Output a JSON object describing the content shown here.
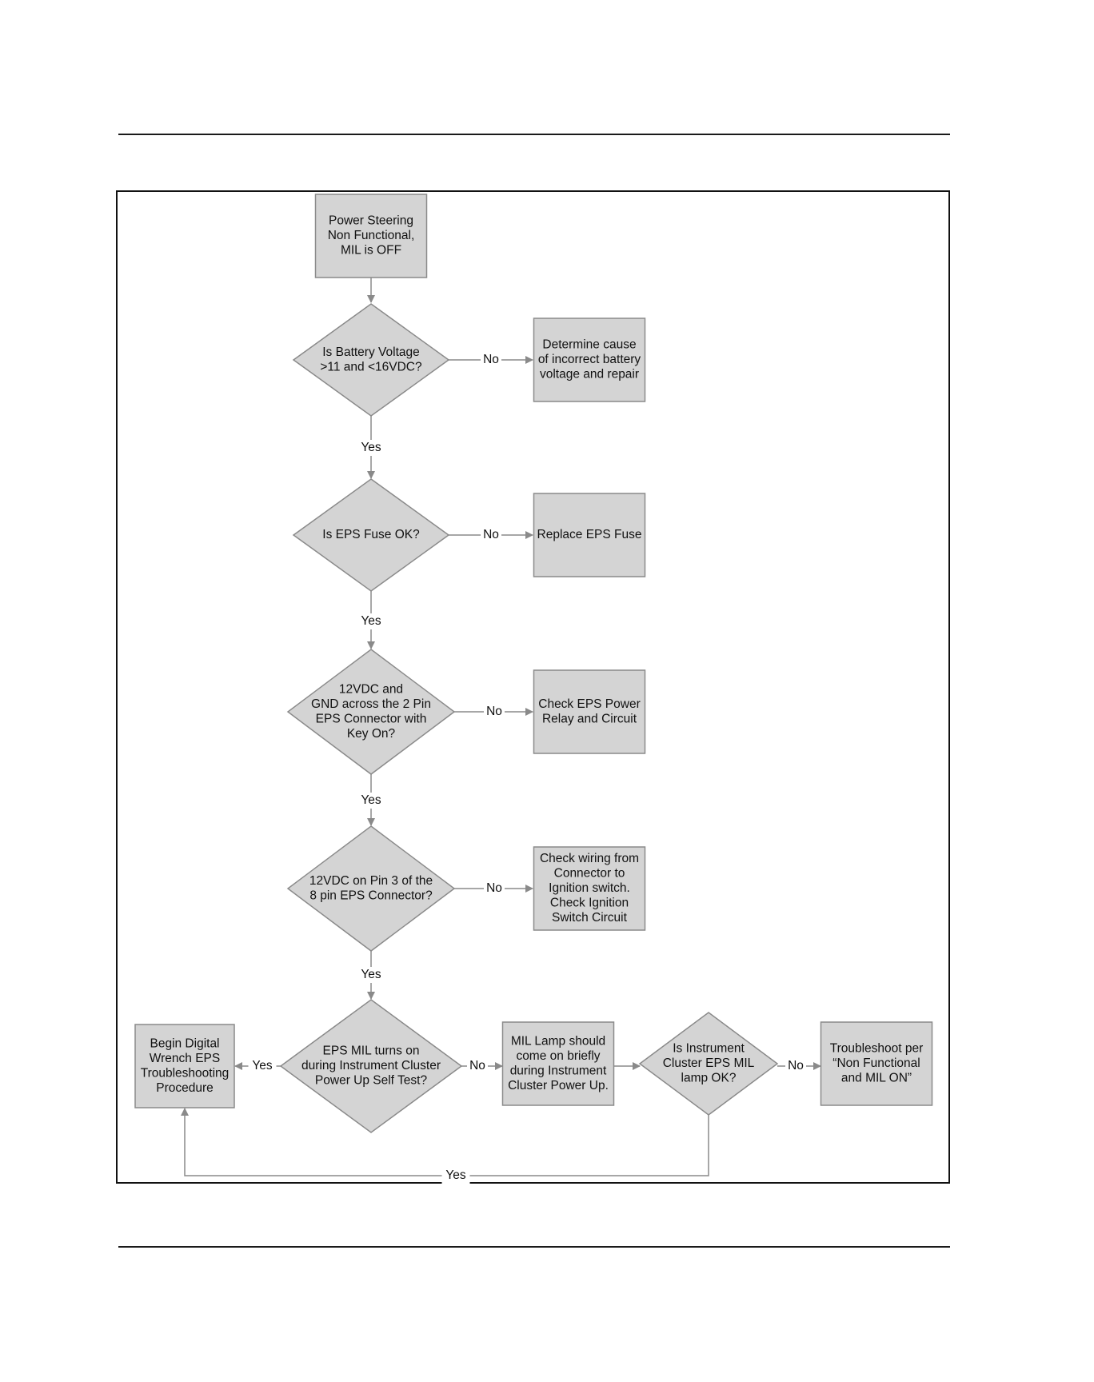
{
  "colors": {
    "node_fill": "#d4d4d4",
    "node_stroke": "#8a8a8a",
    "edge": "#8a8a8a",
    "frame": "#111111"
  },
  "nodes": {
    "start": [
      "Power Steering",
      "Non Functional,",
      "MIL is OFF"
    ],
    "q1": [
      "Is Battery Voltage",
      ">11 and <16VDC?"
    ],
    "a1": [
      "Determine cause",
      "of incorrect battery",
      "voltage and repair"
    ],
    "q2": [
      "Is EPS Fuse OK?"
    ],
    "a2": [
      "Replace EPS Fuse"
    ],
    "q3": [
      "12VDC and",
      "GND across the 2 Pin",
      "EPS Connector with",
      "Key On?"
    ],
    "a3": [
      "Check EPS Power",
      "Relay and Circuit"
    ],
    "q4": [
      "12VDC on Pin 3 of the",
      "8 pin EPS Connector?"
    ],
    "a4": [
      "Check wiring from",
      "Connector to",
      "Ignition switch.",
      "Check Ignition",
      "Switch Circuit"
    ],
    "q5": [
      "EPS MIL turns on",
      "during Instrument Cluster",
      "Power Up Self Test?"
    ],
    "digital": [
      "Begin Digital",
      "Wrench EPS",
      "Troubleshooting",
      "Procedure"
    ],
    "milLamp": [
      "MIL Lamp should",
      "come on briefly",
      "during Instrument",
      "Cluster Power Up."
    ],
    "q6": [
      "Is Instrument",
      "Cluster EPS MIL",
      "lamp OK?"
    ],
    "final": [
      "Troubleshoot per",
      "“Non Functional",
      "and MIL ON”"
    ]
  },
  "edge_labels": {
    "q1_no": "No",
    "q1_yes": "Yes",
    "q2_no": "No",
    "q2_yes": "Yes",
    "q3_no": "No",
    "q3_yes": "Yes",
    "q4_no": "No",
    "q4_yes": "Yes",
    "q5_yes": "Yes",
    "q5_no": "No",
    "q6_no": "No",
    "q6_yes": "Yes"
  }
}
